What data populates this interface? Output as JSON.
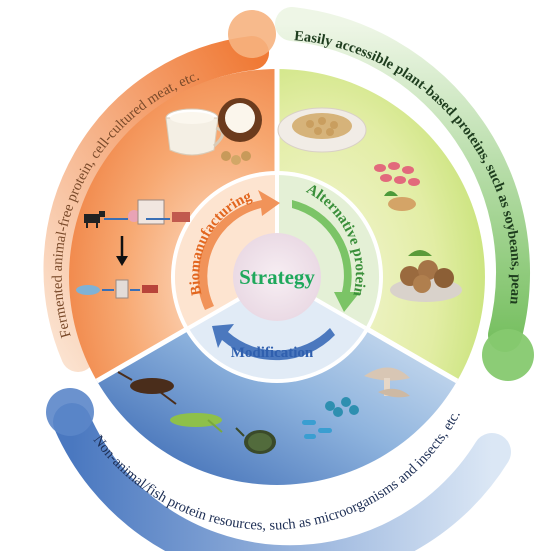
{
  "center": {
    "label": "Strategy"
  },
  "inner_ring": {
    "biomanufacturing": "Biomanufacturing",
    "alternative_protein": "Alternative protein",
    "modification": "Modification"
  },
  "outer_ring": {
    "fermented": "Fermented animal-free protein, cell-cultured meat, etc.",
    "plant_based": "Easily accessible plant-based proteins, such as soybeans, peanuts, etc.",
    "non_animal": "Non-animal/fish protein resources, such as microorganisms and insects, etc."
  },
  "colors": {
    "orange": "#f08a4b",
    "green": "#7cc46a",
    "blue": "#4f7fc4",
    "center_text": "#1fa85c"
  },
  "icons": [
    "yogurt-cup-icon",
    "coconut-icon",
    "soybean-bowl-icon",
    "peanuts-icon",
    "walnuts-icon",
    "cricket-icon",
    "grasshopper-icon",
    "beetle-icon",
    "bacteria-icon",
    "mushroom-icon",
    "cow-icon",
    "cell-culture-flow-icon"
  ]
}
